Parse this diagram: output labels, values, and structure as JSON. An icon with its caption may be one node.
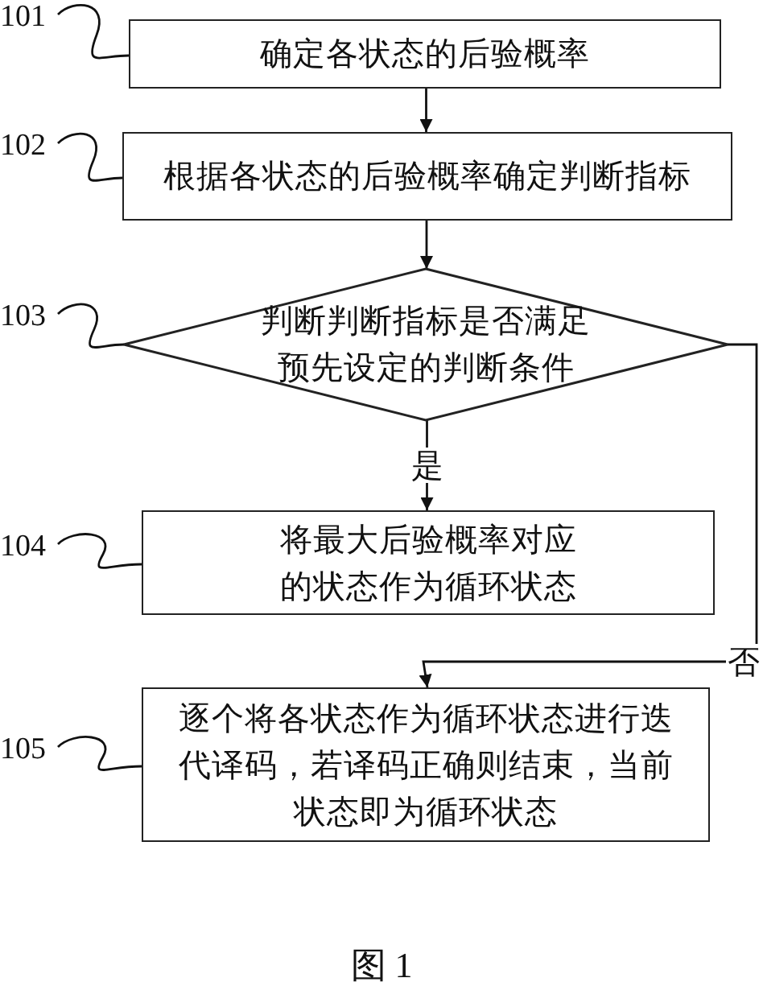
{
  "diagram": {
    "caption": "图 1",
    "nodes": [
      {
        "text": [
          "101"
        ]
      },
      {
        "text": [
          "确定各状态的后验概率"
        ]
      },
      {
        "text": [
          "102"
        ]
      },
      {
        "text": [
          "根据各状态的后验概率确定判断指标"
        ]
      },
      {
        "text": [
          "103"
        ]
      },
      {
        "text": [
          "判断判断指标是否满足预先设定的判断条件"
        ]
      },
      {
        "text": [
          "104"
        ]
      },
      {
        "text": [
          "将最大后验概率对应的状态作为循环状态"
        ]
      },
      {
        "text": [
          "105"
        ]
      },
      {
        "text": [
          "逐个将各状态作为循环状态进行迭代译码，若译码正确则结束，当前状态即为循环状态"
        ]
      }
    ],
    "edges": [
      {
        "from": 0,
        "to": 1,
        "arrow": "none"
      },
      {
        "from": 1,
        "to": 3,
        "arrow": "to"
      },
      {
        "from": 2,
        "to": 3,
        "arrow": "none"
      },
      {
        "from": 3,
        "to": 5,
        "arrow": "to"
      },
      {
        "from": 4,
        "to": 5,
        "arrow": "none"
      },
      {
        "from": 5,
        "to": 7,
        "arrow": "to",
        "label": "是"
      },
      {
        "from": 6,
        "to": 7,
        "arrow": "none"
      },
      {
        "from": 5,
        "to": 9,
        "arrow": "to",
        "label": "否"
      },
      {
        "from": 8,
        "to": 9,
        "arrow": "none"
      }
    ]
  }
}
